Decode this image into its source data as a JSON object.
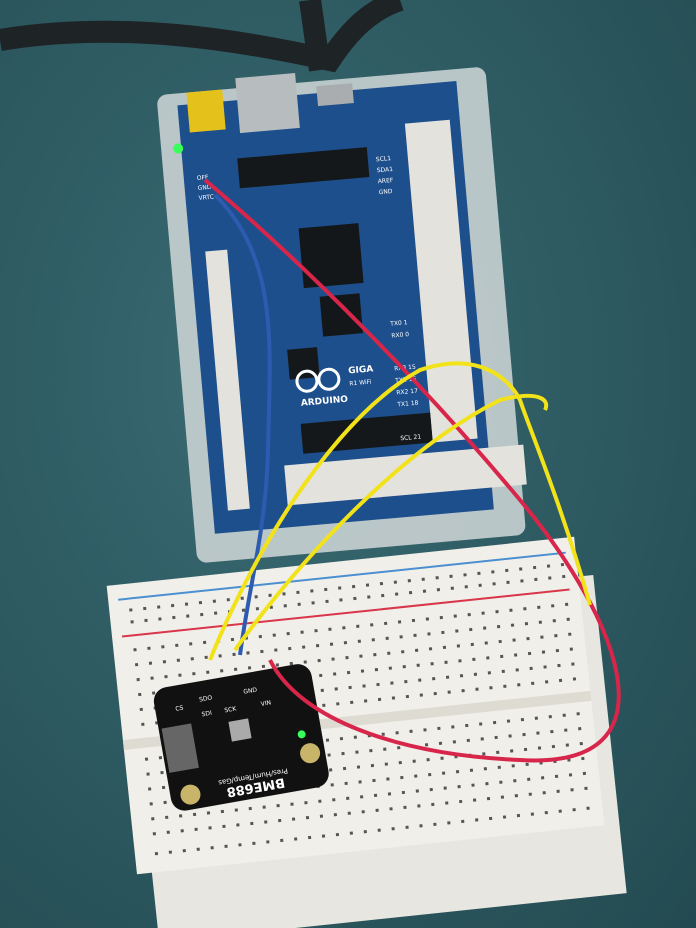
{
  "board": {
    "brand": "ARDUINO",
    "model": "GIGA",
    "variant": "R1 WiFi",
    "pins_right": [
      "SCL1",
      "SDA1",
      "AREF",
      "GND",
      "TX0 1",
      "RX0 0",
      "RX3 15",
      "TX2 16",
      "RX2 17",
      "TX1 18",
      "SCL 21"
    ],
    "pins_left": [
      "OFF",
      "GND",
      "VRTC"
    ],
    "colors": {
      "pcb": "#1d4f8c",
      "case": "#cfd6d8",
      "led": "#39ff5a"
    }
  },
  "sensor": {
    "name": "BME688",
    "subtitle": "Pres/Hum/Temp/Gas",
    "pins": [
      "CS",
      "SDO",
      "SDI",
      "SCK",
      "GND",
      "VIN"
    ],
    "color": "#111111"
  },
  "wires": {
    "red": "#d8264a",
    "blue": "#2c5bb0",
    "yellow": "#f2e21a",
    "usb_cable": "#1e2326"
  }
}
